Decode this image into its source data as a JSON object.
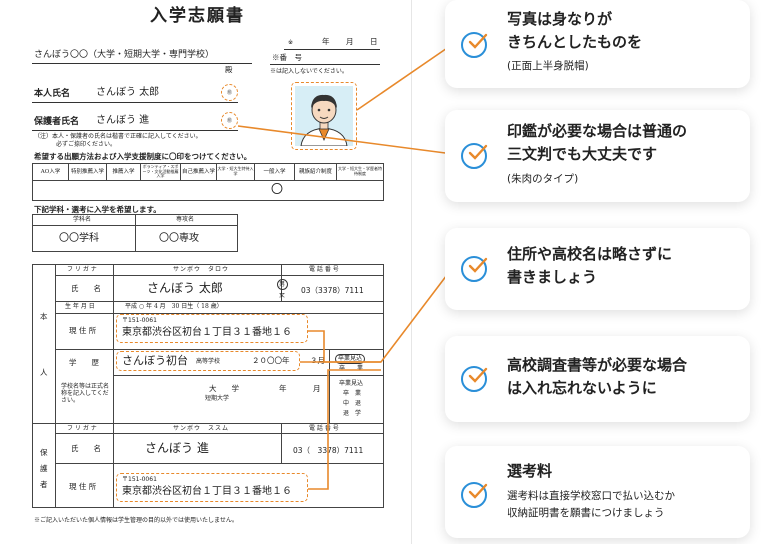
{
  "form": {
    "title": "入学志願書",
    "school_line": "さんぼう〇〇（大学・短期大学・専門学校）",
    "tono": "殿",
    "date_mark": "※",
    "date_labels": [
      "年",
      "月",
      "日"
    ],
    "number_label": "※番　号",
    "note_mark": "※は記入しないでください。",
    "applicant_label": "本人氏名",
    "applicant_name": "さんぼう 太郎",
    "guardian_label": "保護者氏名",
    "guardian_name": "さんぼう 進",
    "seal": "㊞",
    "seal_note_1": "（注）本人・保護者の氏名は楷書で正確に記入してください。",
    "seal_note_2": "必ずご捺印ください。",
    "method_heading": "希望する出願方法および入学支援制度に〇印をつけてください。",
    "methods": [
      "AO入学",
      "特別推薦入学",
      "推薦入学",
      "ボランティア・スポーツ・文化活動推薦入学",
      "自己推薦入学",
      "大学・短大生特待入学",
      "一般入学",
      "親族紹介制度",
      "大学・短大生・学歴者特待制度"
    ],
    "method_selected": "〇",
    "dept_heading": "下記学科・選考に入学を希望します。",
    "dept_label": "学科名",
    "course_label": "専攻名",
    "dept_value": "〇〇学科",
    "course_value": "〇〇専攻",
    "honnin": [
      "本",
      "人"
    ],
    "furigana_label": "フ リ ガ ナ",
    "furigana_value": "サンボウ　タロウ",
    "tel_label": "電 話 番 号",
    "name_label": "氏　　名",
    "name_value": "さんぼう 太郎",
    "gender_male": "男",
    "gender_female": "女",
    "tel_value": "03（3378）7111",
    "birth_label": "生 年 月 日",
    "birth_value": "平成 ○ 年 4 月　30 日生（ 18 歳）",
    "address_label": "現 住 所",
    "postal": "〒151-0061",
    "address": "東京都渋谷区初台１丁目３１番地１６",
    "edu_label": "学　　歴",
    "edu_note": "学校名等は正式名称を記入してください。",
    "school_name": "さんぼう初台",
    "school_type": "高等学校",
    "edu_year": "２０〇〇年",
    "edu_month": "３月",
    "edu_status_1": "卒業見込",
    "edu_status_2": "卒　　業",
    "univ_1": "大　　学",
    "univ_2": "短期大学",
    "univ_year": "年",
    "univ_month": "月",
    "univ_status": [
      "卒業見込",
      "卒　業",
      "中　退",
      "退　学"
    ],
    "guardian_side": [
      "保",
      "護",
      "者"
    ],
    "g_furigana_value": "サンボウ　ススム",
    "g_name_value": "さんぼう 進",
    "g_tel_value": "03（　3378）7111",
    "footer": "※ご記入いただいた個人情報は学生管理の目的以外では使用いたしません。"
  },
  "cards": [
    {
      "title_lines": [
        "写真は身なりが",
        "きちんとしたものを"
      ],
      "sub_lines": [
        "(正面上半身脱帽)"
      ]
    },
    {
      "title_lines": [
        "印鑑が必要な場合は普通の",
        "三文判でも大丈夫です"
      ],
      "sub_lines": [
        "(朱肉のタイプ)"
      ]
    },
    {
      "title_lines": [
        "住所や高校名は略さずに",
        "書きましょう"
      ],
      "sub_lines": []
    },
    {
      "title_lines": [
        "高校調査書等が必要な場合",
        "は入れ忘れないように"
      ],
      "sub_lines": []
    },
    {
      "title_lines": [
        "選考料"
      ],
      "sub_lines": [
        "選考料は直接学校窓口で払い込むか",
        "収納証明書を願書につけましょう"
      ]
    }
  ],
  "colors": {
    "accent": "#e8892b",
    "check": "#2a8fd8"
  }
}
